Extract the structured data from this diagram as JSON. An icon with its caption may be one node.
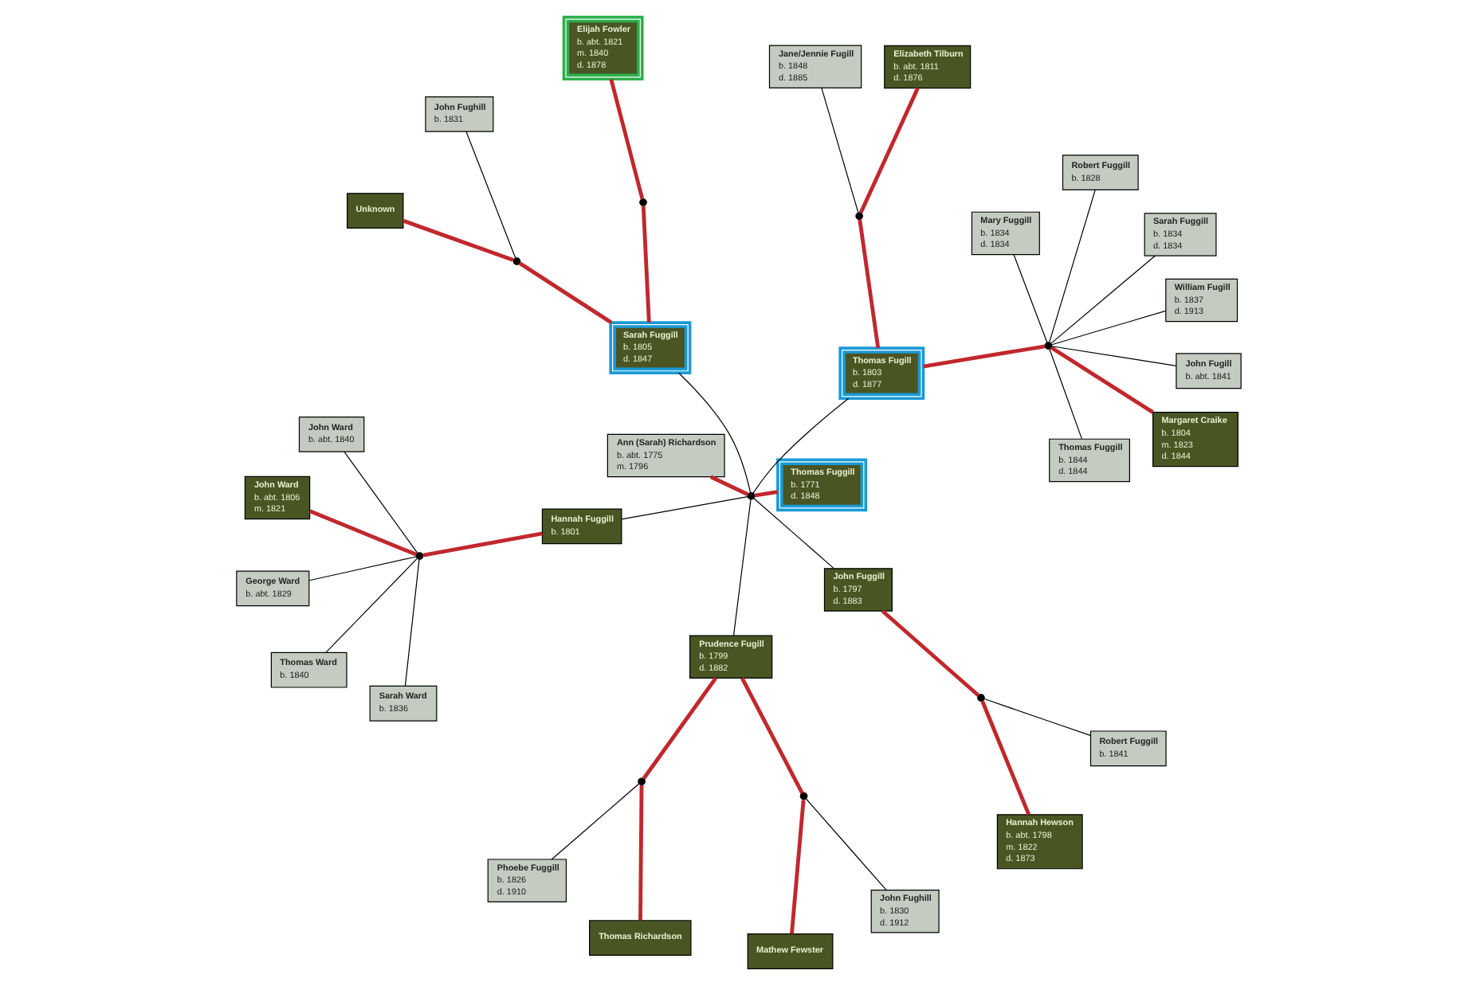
{
  "diagram": {
    "nodes": [
      {
        "text": [
          "Unknown"
        ]
      },
      {
        "text": [
          "John Fughill",
          "b. 1831"
        ]
      },
      {
        "text": [
          "Robert Fuggill",
          "b. 1841"
        ]
      },
      {
        "text": [
          "Elijah Fowler",
          "b. abt. 1821",
          "m. 1840",
          "d. 1878"
        ]
      },
      {
        "text": [
          "John Fughill",
          "b. 1830",
          "d. 1912"
        ]
      },
      {
        "text": [
          "Hannah Hewson",
          "b. abt. 1798",
          "m. 1822",
          "d. 1873"
        ]
      },
      {
        "text": [
          "Mathew Fewster"
        ]
      },
      {
        "text": [
          "Sarah Fuggill",
          "b. 1805",
          "d. 1847"
        ]
      },
      {
        "text": [
          "George Ward",
          "b. abt. 1829"
        ]
      },
      {
        "text": [
          "John Fuggill",
          "b. 1797",
          "d. 1883"
        ]
      },
      {
        "text": [
          "Prudence Fugill",
          "b. 1799",
          "d. 1882"
        ]
      },
      {
        "text": [
          "Phoebe Fuggill",
          "b. 1826",
          "d. 1910"
        ]
      },
      {
        "text": [
          "Sarah Ward",
          "b. 1836"
        ]
      },
      {
        "text": [
          "Thomas Fuggill",
          "b. 1771",
          "d. 1848"
        ]
      },
      {
        "text": [
          "Hannah Fuggill",
          "b. 1801"
        ]
      },
      {
        "text": [
          "Thomas Ward",
          "b. 1840"
        ]
      },
      {
        "text": [
          "Thomas Richardson"
        ]
      },
      {
        "text": [
          "Ann (Sarah) Richardson",
          "b. abt. 1775",
          "m. 1796"
        ]
      },
      {
        "text": [
          "John Ward",
          "b. abt. 1806",
          "m. 1821"
        ]
      },
      {
        "text": [
          "John Ward",
          "b. abt. 1840"
        ]
      },
      {
        "text": [
          "Thomas Fugill",
          "b. 1803",
          "d. 1877"
        ]
      },
      {
        "text": [
          "Mary Fuggill",
          "b. 1834",
          "d. 1834"
        ]
      },
      {
        "text": [
          "Elizabeth Tilburn",
          "b. abt. 1811",
          "d. 1876"
        ]
      },
      {
        "text": [
          "Sarah Fuggill",
          "b. 1834",
          "d. 1834"
        ]
      },
      {
        "text": [
          "Robert Fuggill",
          "b. 1828"
        ]
      },
      {
        "text": [
          "Margaret Craike",
          "b. 1804",
          "m. 1823",
          "d. 1844"
        ]
      },
      {
        "text": [
          "William Fugill",
          "b. 1837",
          "d. 1913"
        ]
      },
      {
        "text": [
          "Jane/Jennie Fugill",
          "b. 1848",
          "d. 1885"
        ]
      },
      {
        "text": [
          "Thomas Fuggill",
          "b. 1844",
          "d. 1844"
        ]
      },
      {
        "text": [
          "John Fugill",
          "b. abt. 1841"
        ]
      },
      {
        "text": [],
        "shape": "circle"
      },
      {
        "text": [],
        "shape": "circle"
      },
      {
        "text": [],
        "shape": "circle"
      },
      {
        "text": [],
        "shape": "circle"
      },
      {
        "text": [],
        "shape": "circle"
      },
      {
        "text": [],
        "shape": "circle"
      },
      {
        "text": [],
        "shape": "circle"
      },
      {
        "text": [],
        "shape": "circle"
      },
      {
        "text": [],
        "shape": "circle"
      }
    ],
    "edges": [
      {
        "from": 3,
        "to": 30,
        "arrow": "none",
        "style": "thick",
        "color": "#c0282d"
      },
      {
        "from": 7,
        "to": 30,
        "arrow": "none",
        "style": "thick",
        "color": "#c0282d"
      },
      {
        "from": 0,
        "to": 33,
        "arrow": "none",
        "style": "thick",
        "color": "#c0282d"
      },
      {
        "from": 7,
        "to": 33,
        "arrow": "none",
        "style": "thick",
        "color": "#c0282d"
      },
      {
        "from": 33,
        "to": 1,
        "arrow": "none"
      },
      {
        "from": 5,
        "to": 34,
        "arrow": "none",
        "style": "thick",
        "color": "#c0282d"
      },
      {
        "from": 9,
        "to": 34,
        "arrow": "none",
        "style": "thick",
        "color": "#c0282d"
      },
      {
        "from": 34,
        "to": 2,
        "arrow": "none"
      },
      {
        "from": 6,
        "to": 37,
        "arrow": "none",
        "style": "thick",
        "color": "#c0282d"
      },
      {
        "from": 10,
        "to": 37,
        "arrow": "none",
        "style": "thick",
        "color": "#c0282d"
      },
      {
        "from": 37,
        "to": 4,
        "arrow": "none"
      },
      {
        "from": 10,
        "to": 35,
        "arrow": "none",
        "style": "thick",
        "color": "#c0282d"
      },
      {
        "from": 16,
        "to": 35,
        "arrow": "none",
        "style": "thick",
        "color": "#c0282d"
      },
      {
        "from": 35,
        "to": 11,
        "arrow": "none"
      },
      {
        "from": 13,
        "to": 32,
        "arrow": "none",
        "style": "thick",
        "color": "#c0282d"
      },
      {
        "from": 17,
        "to": 32,
        "arrow": "none",
        "style": "thick",
        "color": "#c0282d"
      },
      {
        "from": 32,
        "to": 7,
        "arrow": "none"
      },
      {
        "from": 32,
        "to": 9,
        "arrow": "none"
      },
      {
        "from": 32,
        "to": 10,
        "arrow": "none"
      },
      {
        "from": 32,
        "to": 14,
        "arrow": "none"
      },
      {
        "from": 32,
        "to": 20,
        "arrow": "none"
      },
      {
        "from": 14,
        "to": 38,
        "arrow": "none",
        "style": "thick",
        "color": "#c0282d"
      },
      {
        "from": 18,
        "to": 38,
        "arrow": "none",
        "style": "thick",
        "color": "#c0282d"
      },
      {
        "from": 38,
        "to": 8,
        "arrow": "none"
      },
      {
        "from": 38,
        "to": 12,
        "arrow": "none"
      },
      {
        "from": 38,
        "to": 15,
        "arrow": "none"
      },
      {
        "from": 38,
        "to": 19,
        "arrow": "none"
      },
      {
        "from": 22,
        "to": 31,
        "arrow": "none",
        "style": "thick",
        "color": "#c0282d"
      },
      {
        "from": 20,
        "to": 31,
        "arrow": "none",
        "style": "thick",
        "color": "#c0282d"
      },
      {
        "from": 31,
        "to": 27,
        "arrow": "none"
      },
      {
        "from": 20,
        "to": 36,
        "arrow": "none",
        "style": "thick",
        "color": "#c0282d"
      },
      {
        "from": 25,
        "to": 36,
        "arrow": "none",
        "style": "thick",
        "color": "#c0282d"
      },
      {
        "from": 36,
        "to": 21,
        "arrow": "none"
      },
      {
        "from": 36,
        "to": 23,
        "arrow": "none"
      },
      {
        "from": 36,
        "to": 24,
        "arrow": "none"
      },
      {
        "from": 36,
        "to": 26,
        "arrow": "none"
      },
      {
        "from": 36,
        "to": 28,
        "arrow": "none"
      },
      {
        "from": 36,
        "to": 29,
        "arrow": "none"
      }
    ]
  }
}
